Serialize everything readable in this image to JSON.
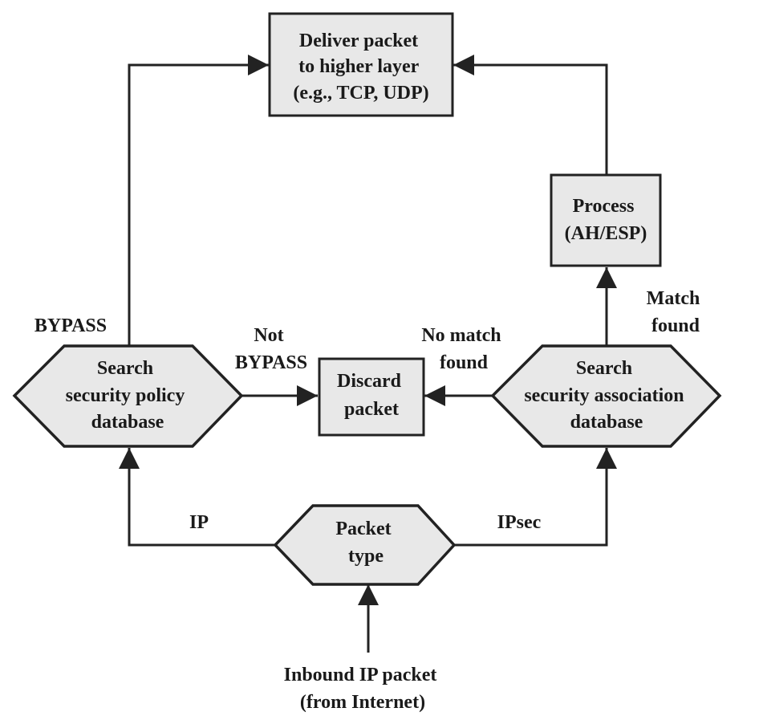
{
  "nodes": {
    "deliver": {
      "lines": [
        "Deliver packet",
        "to higher layer",
        "(e.g., TCP, UDP)"
      ]
    },
    "process": {
      "lines": [
        "Process",
        "(AH/ESP)"
      ]
    },
    "discard": {
      "lines": [
        "Discard",
        "packet"
      ]
    },
    "spd": {
      "lines": [
        "Search",
        "security policy",
        "database"
      ]
    },
    "sad": {
      "lines": [
        "Search",
        "security association",
        "database"
      ]
    },
    "packet_type": {
      "lines": [
        "Packet",
        "type"
      ]
    },
    "inbound": {
      "lines": [
        "Inbound IP packet",
        "(from Internet)"
      ]
    }
  },
  "edge_labels": {
    "bypass": "BYPASS",
    "not_bypass": [
      "Not",
      "BYPASS"
    ],
    "no_match": [
      "No match",
      "found"
    ],
    "match_found": [
      "Match",
      "found"
    ],
    "ip": "IP",
    "ipsec": "IPsec"
  }
}
